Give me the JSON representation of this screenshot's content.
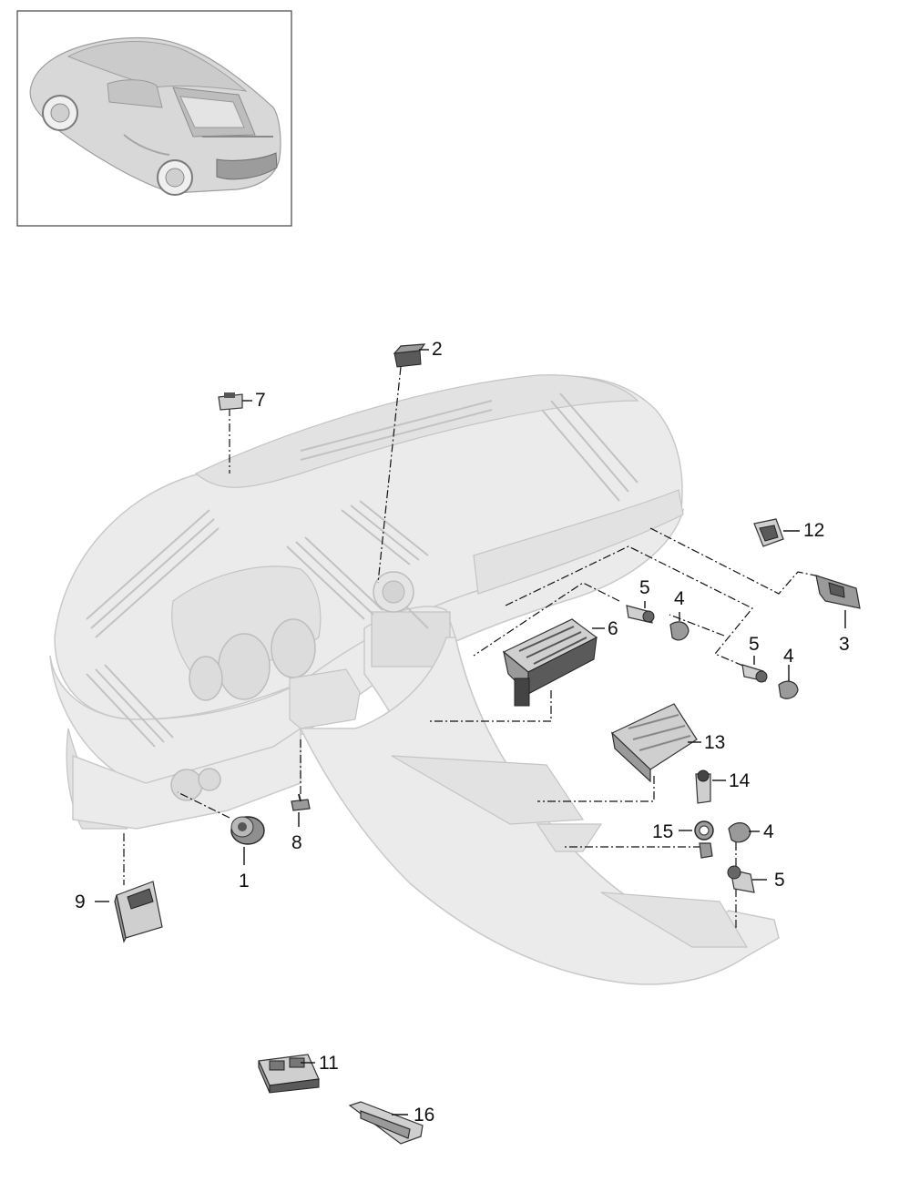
{
  "callouts": [
    {
      "id": "c1",
      "label": "1"
    },
    {
      "id": "c2",
      "label": "2"
    },
    {
      "id": "c3",
      "label": "3"
    },
    {
      "id": "c4a",
      "label": "4"
    },
    {
      "id": "c4b",
      "label": "4"
    },
    {
      "id": "c4c",
      "label": "4"
    },
    {
      "id": "c5a",
      "label": "5"
    },
    {
      "id": "c5b",
      "label": "5"
    },
    {
      "id": "c5c",
      "label": "5"
    },
    {
      "id": "c6",
      "label": "6"
    },
    {
      "id": "c7",
      "label": "7"
    },
    {
      "id": "c8",
      "label": "8"
    },
    {
      "id": "c9",
      "label": "9"
    },
    {
      "id": "c11",
      "label": "11"
    },
    {
      "id": "c12",
      "label": "12"
    },
    {
      "id": "c13",
      "label": "13"
    },
    {
      "id": "c14",
      "label": "14"
    },
    {
      "id": "c15",
      "label": "15"
    },
    {
      "id": "c16",
      "label": "16"
    }
  ],
  "colors": {
    "background": "#ffffff",
    "line": "#111111",
    "dashboard": "#ebebeb",
    "part": "#9a9a9a"
  },
  "icons": {
    "thumbnail": "car-rear-three-quarter-icon",
    "main": "dashboard-center-console-icon"
  }
}
